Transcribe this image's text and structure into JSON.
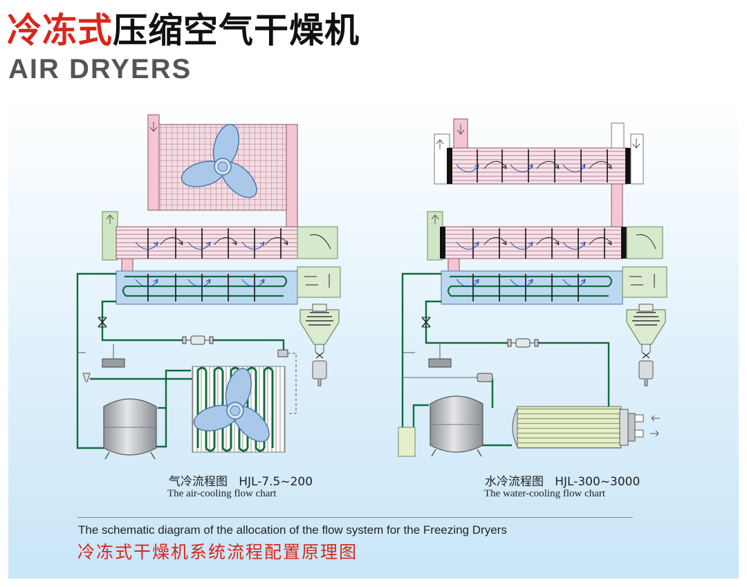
{
  "header": {
    "title_red": "冷冻式",
    "title_black": "压缩空气干燥机",
    "subtitle": "AIR DRYERS"
  },
  "diagrams": [
    {
      "caption_cn": "气冷流程图",
      "caption_model": "HJL-7.5~200",
      "caption_en": "The air-cooling flow chart"
    },
    {
      "caption_cn": "水冷流程图",
      "caption_model": "HJL-300~3000",
      "caption_en": "The water-cooling flow chart"
    }
  ],
  "footer": {
    "text_en": "The schematic diagram of the allocation of the flow system for the Freezing Dryers",
    "text_cn": "冷冻式干燥机系统流程配置原理图"
  },
  "colors": {
    "accent_red": "#d9261c",
    "refrigerant_line": "#0f6b3a",
    "heat_exchanger_pink": "#f6dde6",
    "evaporator_blue": "#bcd8f0",
    "separator_green": "#dcebd0",
    "fan_blade": "#aac8ea"
  }
}
